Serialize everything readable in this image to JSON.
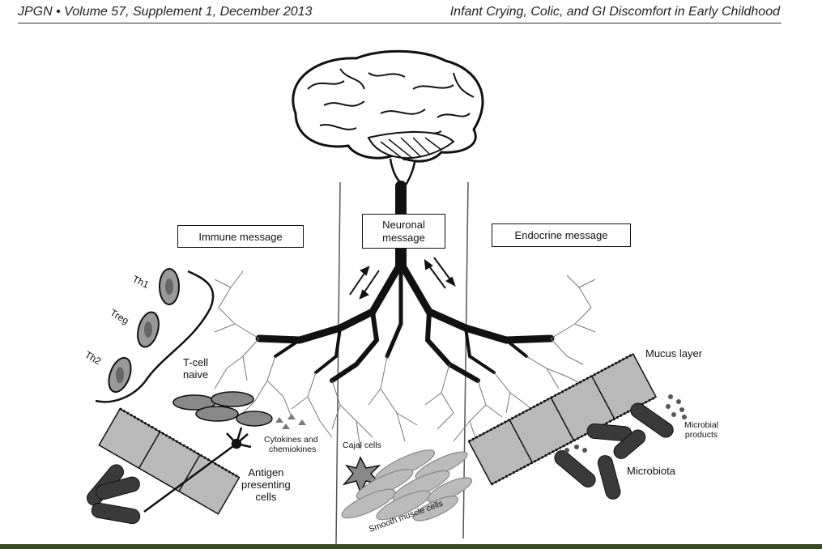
{
  "header": {
    "left": "JPGN • Volume 57, Supplement 1, December 2013",
    "right": "Infant Crying, Colic, and GI Discomfort in Early Childhood"
  },
  "figure": {
    "boxes": {
      "immune": "Immune message",
      "neuronal_line1": "Neuronal",
      "neuronal_line2": "message",
      "endocrine": "Endocrine message"
    },
    "labels": {
      "th1": "Th1",
      "treg": "Treg",
      "th2": "Th2",
      "tcell_1": "T-cell",
      "tcell_2": "naive",
      "cytokines_1": "Cytokines and",
      "cytokines_2": "chemiokines",
      "apc_1": "Antigen",
      "apc_2": "presenting",
      "apc_3": "cells",
      "cajal": "Cajal cells",
      "smooth": "Smooth muscle cells",
      "mucus": "Mucus layer",
      "microbial_1": "Microbial",
      "microbial_2": "products",
      "microbiota": "Microbiota"
    },
    "colors": {
      "ink": "#111111",
      "cell_fill": "#9a9a9a",
      "tissue": "#b9b9b9",
      "bacteria": "#3a3a3a"
    }
  }
}
